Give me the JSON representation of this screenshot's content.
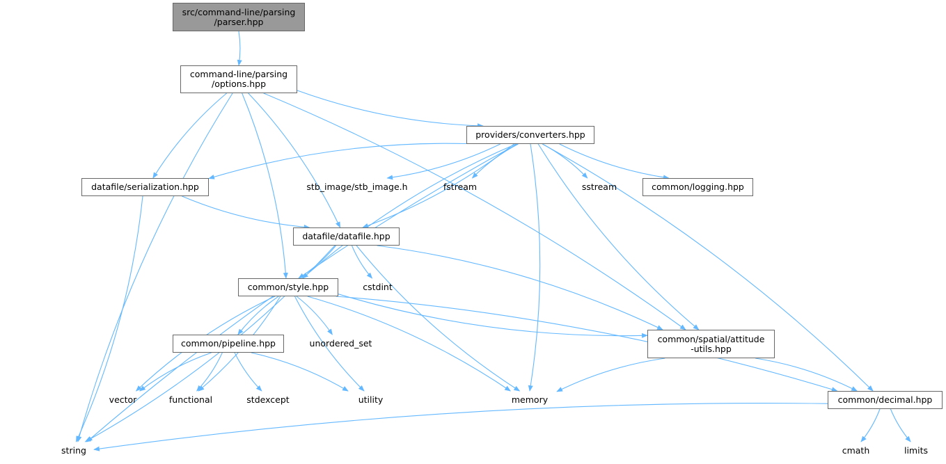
{
  "diagram": {
    "colors": {
      "edge": "#63b8ff",
      "focus_fill": "#999999",
      "local_fill": "#ffffff",
      "system_fill": "#e0e0e0",
      "border": "#666666",
      "system_border": "#999999"
    },
    "nodes": [
      {
        "id": "parser",
        "lines": [
          "src/command-line/parsing",
          "/parser.hpp"
        ],
        "kind": "focus"
      },
      {
        "id": "options",
        "lines": [
          "command-line/parsing",
          "/options.hpp"
        ],
        "kind": "local"
      },
      {
        "id": "converters",
        "lines": [
          "providers/converters.hpp"
        ],
        "kind": "local"
      },
      {
        "id": "serialization",
        "lines": [
          "datafile/serialization.hpp"
        ],
        "kind": "local"
      },
      {
        "id": "stb_image",
        "lines": [
          "stb_image/stb_image.h"
        ],
        "kind": "system"
      },
      {
        "id": "fstream",
        "lines": [
          "fstream"
        ],
        "kind": "system"
      },
      {
        "id": "sstream",
        "lines": [
          "sstream"
        ],
        "kind": "system"
      },
      {
        "id": "logging",
        "lines": [
          "common/logging.hpp"
        ],
        "kind": "local"
      },
      {
        "id": "datafile",
        "lines": [
          "datafile/datafile.hpp"
        ],
        "kind": "local"
      },
      {
        "id": "style",
        "lines": [
          "common/style.hpp"
        ],
        "kind": "local"
      },
      {
        "id": "cstdint",
        "lines": [
          "cstdint"
        ],
        "kind": "system"
      },
      {
        "id": "pipeline",
        "lines": [
          "common/pipeline.hpp"
        ],
        "kind": "local"
      },
      {
        "id": "unordered_set",
        "lines": [
          "unordered_set"
        ],
        "kind": "system"
      },
      {
        "id": "attitude",
        "lines": [
          "common/spatial/attitude",
          "-utils.hpp"
        ],
        "kind": "local"
      },
      {
        "id": "vector",
        "lines": [
          "vector"
        ],
        "kind": "system"
      },
      {
        "id": "functional",
        "lines": [
          "functional"
        ],
        "kind": "system"
      },
      {
        "id": "stdexcept",
        "lines": [
          "stdexcept"
        ],
        "kind": "system"
      },
      {
        "id": "utility",
        "lines": [
          "utility"
        ],
        "kind": "system"
      },
      {
        "id": "memory",
        "lines": [
          "memory"
        ],
        "kind": "system"
      },
      {
        "id": "decimal",
        "lines": [
          "common/decimal.hpp"
        ],
        "kind": "local"
      },
      {
        "id": "string",
        "lines": [
          "string"
        ],
        "kind": "system"
      },
      {
        "id": "cmath",
        "lines": [
          "cmath"
        ],
        "kind": "system"
      },
      {
        "id": "limits",
        "lines": [
          "limits"
        ],
        "kind": "system"
      }
    ],
    "edges": [
      [
        "parser",
        "options"
      ],
      [
        "options",
        "string"
      ],
      [
        "options",
        "style"
      ],
      [
        "options",
        "serialization"
      ],
      [
        "options",
        "datafile"
      ],
      [
        "options",
        "converters"
      ],
      [
        "options",
        "attitude"
      ],
      [
        "converters",
        "serialization"
      ],
      [
        "converters",
        "stb_image"
      ],
      [
        "converters",
        "fstream"
      ],
      [
        "converters",
        "sstream"
      ],
      [
        "converters",
        "logging"
      ],
      [
        "converters",
        "datafile"
      ],
      [
        "converters",
        "style"
      ],
      [
        "converters",
        "memory"
      ],
      [
        "converters",
        "attitude"
      ],
      [
        "converters",
        "decimal"
      ],
      [
        "converters",
        "string"
      ],
      [
        "serialization",
        "string"
      ],
      [
        "serialization",
        "datafile"
      ],
      [
        "datafile",
        "style"
      ],
      [
        "datafile",
        "cstdint"
      ],
      [
        "datafile",
        "string"
      ],
      [
        "datafile",
        "memory"
      ],
      [
        "datafile",
        "attitude"
      ],
      [
        "style",
        "pipeline"
      ],
      [
        "style",
        "unordered_set"
      ],
      [
        "style",
        "vector"
      ],
      [
        "style",
        "functional"
      ],
      [
        "style",
        "utility"
      ],
      [
        "style",
        "memory"
      ],
      [
        "style",
        "attitude"
      ],
      [
        "style",
        "decimal"
      ],
      [
        "pipeline",
        "vector"
      ],
      [
        "pipeline",
        "functional"
      ],
      [
        "pipeline",
        "stdexcept"
      ],
      [
        "pipeline",
        "utility"
      ],
      [
        "attitude",
        "memory"
      ],
      [
        "attitude",
        "decimal"
      ],
      [
        "decimal",
        "string"
      ],
      [
        "decimal",
        "cmath"
      ],
      [
        "decimal",
        "limits"
      ]
    ]
  }
}
